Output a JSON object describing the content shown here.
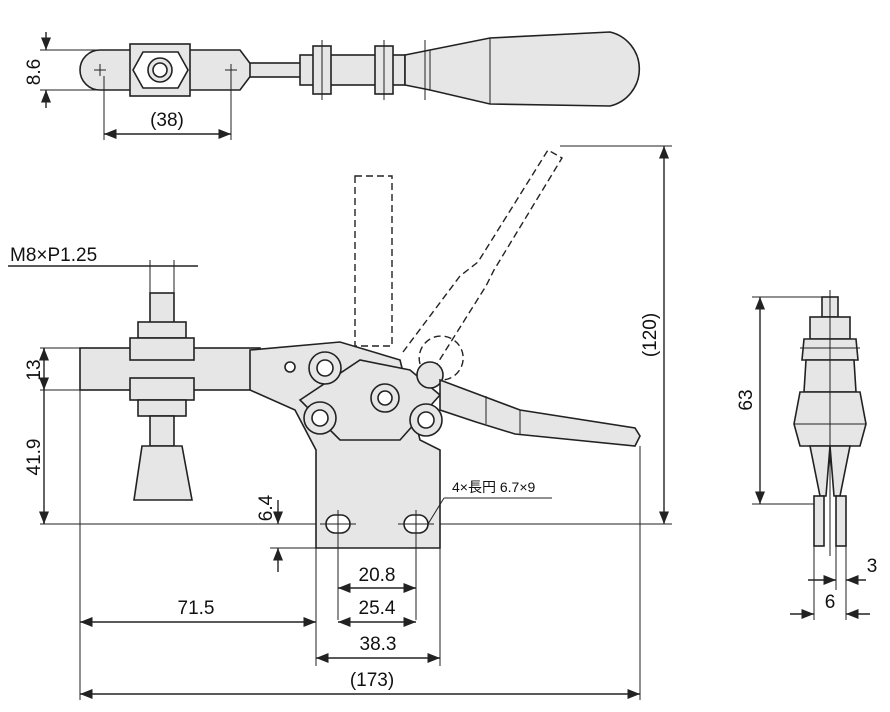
{
  "dimensions": {
    "top_height": "8.6",
    "top_width": "(38)",
    "thread": "M8×P1.25",
    "h13": "13",
    "h41_9": "41.9",
    "h6_4": "6.4",
    "w20_8": "20.8",
    "w25_4": "25.4",
    "w38_3": "38.3",
    "w71_5": "71.5",
    "w173": "(173)",
    "h120": "(120)",
    "h63": "63",
    "w3": "3",
    "w6": "6"
  },
  "notes": {
    "slot_note": "4×長円 6.7×9"
  }
}
